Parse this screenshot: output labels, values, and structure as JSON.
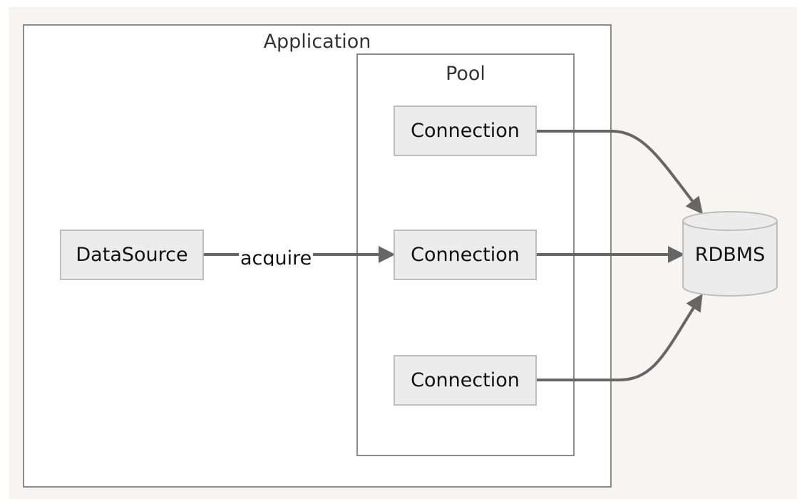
{
  "diagram": {
    "clusters": {
      "application": "Application",
      "pool": "Pool"
    },
    "nodes": {
      "datasource": "DataSource",
      "connection_1": "Connection",
      "connection_2": "Connection",
      "connection_3": "Connection",
      "rdbms": "RDBMS"
    },
    "edges": [
      {
        "from": "DataSource",
        "to": "Connection (middle)",
        "label": "acquire"
      },
      {
        "from": "Connection (top)",
        "to": "RDBMS",
        "label": ""
      },
      {
        "from": "Connection (middle)",
        "to": "RDBMS",
        "label": ""
      },
      {
        "from": "Connection (bottom)",
        "to": "RDBMS",
        "label": ""
      }
    ],
    "edge_labels": {
      "acquire": "acquire"
    },
    "colors": {
      "background": "#f6f5f2",
      "cluster_border": "#8c8c8c",
      "node_fill": "#ececec",
      "node_border": "#bdbdbd",
      "edge": "#666666"
    }
  }
}
